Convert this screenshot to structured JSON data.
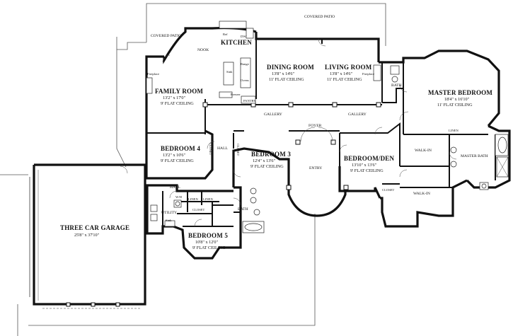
{
  "labels": {
    "covered_patio_top": "COVERED PATIO",
    "covered_patio_left": "COVERED PATIO",
    "nook": "NOOK",
    "kitchen": "KITCHEN",
    "ref": "Ref",
    "dw": "DW",
    "sink": "Sink",
    "range": "Range",
    "ovens": "Ovens",
    "freezer": "Freezer",
    "pantry": "PANTRY",
    "fireplace_family": "Fireplace",
    "fireplace_living": "Fireplace",
    "dining_room": {
      "name": "DINING ROOM",
      "dims": "13'8\" x 14'6\"",
      "ceiling": "11' FLAT CEILING"
    },
    "living_room": {
      "name": "LIVING ROOM",
      "dims": "13'8\" x 14'6\"",
      "ceiling": "11' FLAT CEILING"
    },
    "family_room": {
      "name": "FAMILY ROOM",
      "dims": "13'2\" x 17'0\"",
      "ceiling": "9' FLAT CEILING"
    },
    "master_bedroom": {
      "name": "MASTER BEDROOM",
      "dims": "18'4\" x 16'10\"",
      "ceiling": "11' FLAT CEILING"
    },
    "bedroom_4": {
      "name": "BEDROOM 4",
      "dims": "13'2\" x 10'6\"",
      "ceiling": "9' FLAT CEILING"
    },
    "bedroom_3": {
      "name": "BEDROOM 3",
      "dims": "12'4\" x 13'6\"",
      "ceiling": "9' FLAT CEILING"
    },
    "bedroom_den": {
      "name": "BEDROOM/DEN",
      "dims": "13'10\" x 13'6\"",
      "ceiling": "9' FLAT CEILING"
    },
    "bedroom_5": {
      "name": "BEDROOM 5",
      "dims": "10'8\" x 12'0\"",
      "ceiling": "9' FLAT CEILING"
    },
    "garage": {
      "name": "THREE CAR GARAGE",
      "dims": "25'8\" x 37'10\""
    },
    "gallery_left": "GALLERY",
    "gallery_right": "GALLERY",
    "foyer": "FOYER",
    "entry": "ENTRY",
    "hall_1": "HALL",
    "hall_2": "HALL",
    "closet_b4": "CLOSET",
    "closet_b3": "CLOSET",
    "closet_den": "CLOSET",
    "closet_b5": "CLOSET",
    "linen_1": "LINEN",
    "linen_2": "LINEN",
    "linen_master": "LINEN",
    "utility": "UTILITY",
    "wh": "W/H",
    "util_sink": "Sink",
    "bath_1": "BATH",
    "bath_2": "BATH",
    "walk_in_1": "WALK-IN",
    "walk_in_2": "WALK-IN",
    "master_bath": "MASTER BATH"
  }
}
